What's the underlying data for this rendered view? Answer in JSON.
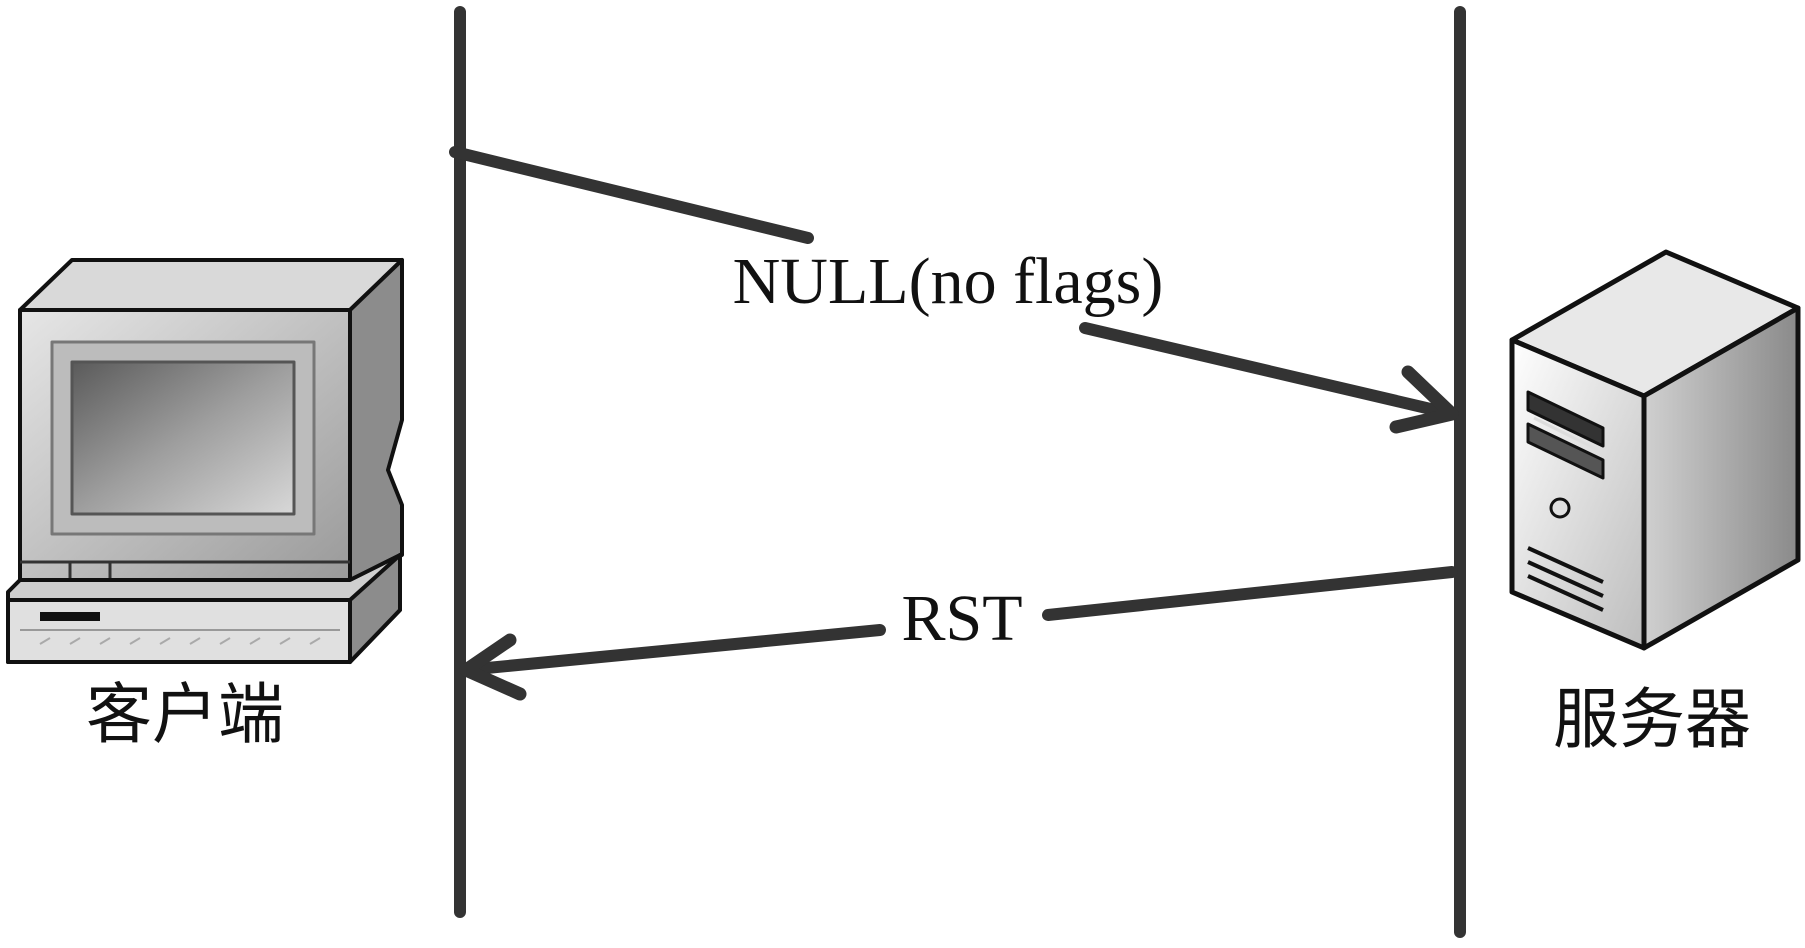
{
  "diagram": {
    "type": "sequence",
    "participants": {
      "client": {
        "label": "客户端",
        "icon": "desktop-computer-icon"
      },
      "server": {
        "label": "服务器",
        "icon": "tower-server-icon"
      }
    },
    "messages": [
      {
        "label": "NULL(no flags)",
        "from": "client",
        "to": "server"
      },
      {
        "label": "RST",
        "from": "server",
        "to": "client"
      }
    ],
    "colors": {
      "line": "#333333",
      "text": "#111111"
    }
  }
}
